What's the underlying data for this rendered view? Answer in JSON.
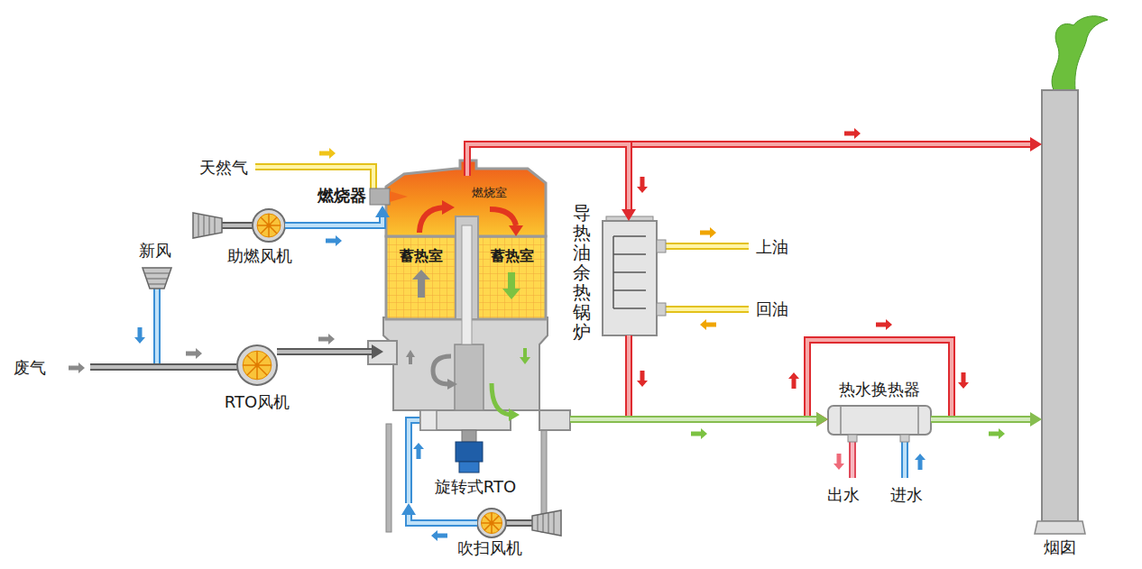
{
  "diagram": {
    "nodes": [
      {
        "text": [
          "旋转式RTO"
        ]
      },
      {
        "text": [
          "燃烧室"
        ],
        "in": 0
      },
      {
        "text": [
          "蓄热室"
        ],
        "in": 0
      },
      {
        "text": [
          "蓄热室"
        ],
        "in": 0
      },
      {
        "text": [
          "燃烧器"
        ]
      },
      {
        "text": [
          "助燃风机"
        ]
      },
      {
        "text": [
          "RTO风机"
        ]
      },
      {
        "text": [
          "吹扫风机"
        ]
      },
      {
        "text": [
          "导热油余热锅炉"
        ]
      },
      {
        "text": [
          "热水换热器"
        ]
      },
      {
        "text": [
          "烟囱"
        ]
      }
    ],
    "edges": [
      {
        "from": 5,
        "to": 4,
        "arrow": "to"
      },
      {
        "from": 6,
        "to": 0,
        "arrow": "to"
      },
      {
        "from": 7,
        "to": 0,
        "arrow": "to"
      },
      {
        "from": 1,
        "to": 10,
        "arrow": "to"
      },
      {
        "from": 1,
        "to": 8,
        "arrow": "to"
      },
      {
        "from": 8,
        "to": 9,
        "arrow": "to"
      },
      {
        "from": 0,
        "to": 9,
        "arrow": "to"
      },
      {
        "from": 9,
        "to": 10,
        "arrow": "to"
      }
    ],
    "labels": [
      "天然气",
      "新风",
      "废气",
      "上油",
      "回油",
      "出水",
      "进水"
    ]
  }
}
